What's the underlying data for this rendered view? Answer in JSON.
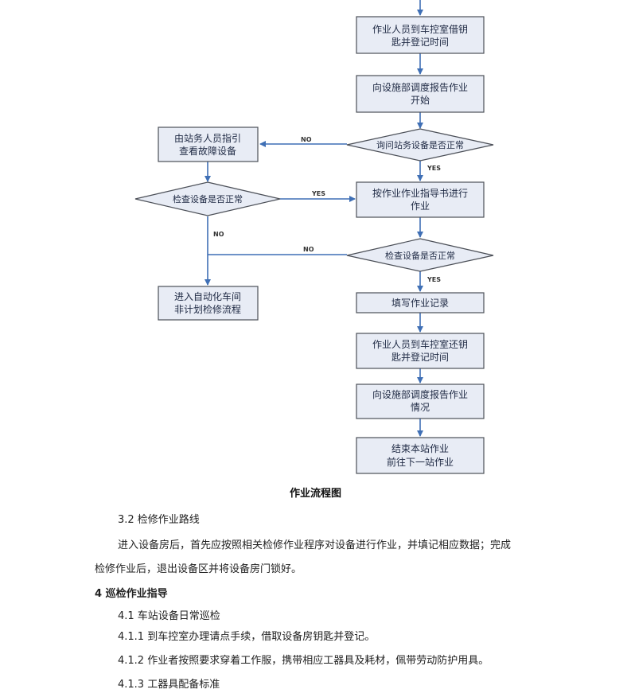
{
  "flowchart": {
    "nodes": {
      "borrow_key": [
        "作业人员到车控室借钥",
        "匙并登记时间"
      ],
      "report_start": [
        "向设施部调度报告作业",
        "开始"
      ],
      "ask_station": "询问站务设备是否正常",
      "guided_check": [
        "由站务人员指引",
        "查看故障设备"
      ],
      "check_left": "检查设备是否正常",
      "do_work": [
        "按作业作业指导书进行",
        "作业"
      ],
      "check_right": "检查设备是否正常",
      "auto_repair": [
        "进入自动化车间",
        "非计划检修流程"
      ],
      "fill_record": "填写作业记录",
      "return_key": [
        "作业人员到车控室还钥",
        "匙并登记时间"
      ],
      "report_status": [
        "向设施部调度报告作业",
        "情况"
      ],
      "finish": [
        "结束本站作业",
        "前往下一站作业"
      ]
    },
    "labels": {
      "no_1": "NO",
      "yes_1": "YES",
      "yes_2": "YES",
      "no_2": "NO",
      "no_3": "NO",
      "yes_3": "YES"
    },
    "colors": {
      "box_fill": "#e8ecf5",
      "box_border": "#4b4f57",
      "arrow": "#3f6fb5"
    }
  },
  "caption": "作业流程图",
  "section_3_2": "3.2 检修作业路线",
  "para_3_2_line1": "进入设备房后，首先应按照相关检修作业程序对设备进行作业，并填记相应数据；完成",
  "para_3_2_line2": "检修作业后，退出设备区并将设备房门锁好。",
  "heading_4": "4 巡检作业指导",
  "section_4_1": "4.1 车站设备日常巡检",
  "item_4_1_1": "4.1.1 到车控室办理请点手续，借取设备房钥匙并登记。",
  "item_4_1_2": "4.1.2 作业者按照要求穿着工作服，携带相应工器具及耗材，佩带劳动防护用具。",
  "item_4_1_3": "4.1.3 工器具配备标准"
}
